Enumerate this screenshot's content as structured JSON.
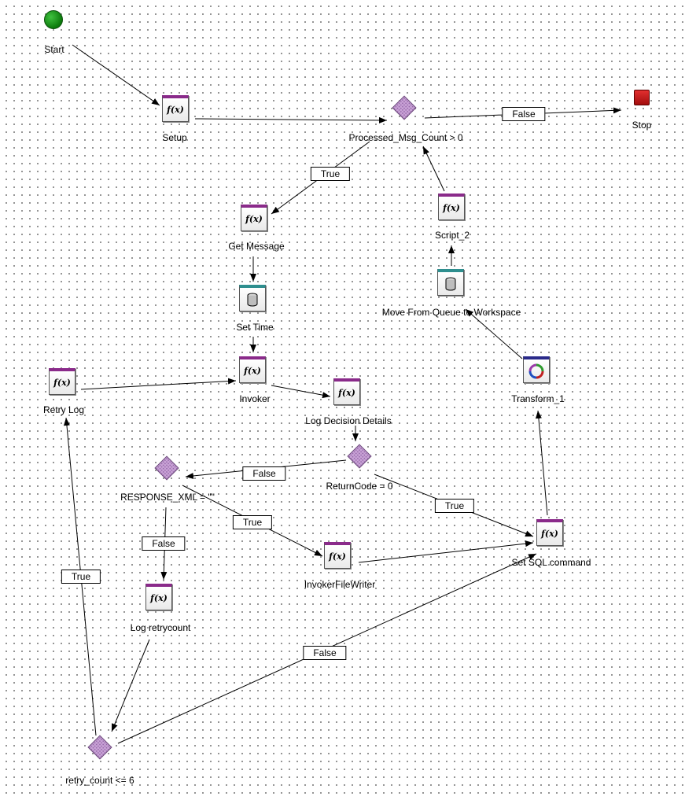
{
  "nodes": {
    "start": {
      "label": "Start"
    },
    "setup": {
      "label": "Setup"
    },
    "processed_msg_count": {
      "label": "Processed_Msg_Count > 0"
    },
    "stop": {
      "label": "Stop"
    },
    "get_message": {
      "label": "Get Message"
    },
    "script_2": {
      "label": "Script_2"
    },
    "move_from_queue": {
      "label": "Move From Queue to Workspace"
    },
    "set_time": {
      "label": "Set Time"
    },
    "retry_log": {
      "label": "Retry Log"
    },
    "invoker": {
      "label": "Invoker"
    },
    "log_decision_details": {
      "label": "Log Decision Details"
    },
    "transform_1": {
      "label": "Transform_1"
    },
    "return_code": {
      "label": "ReturnCode = 0"
    },
    "response_xml": {
      "label": "RESPONSE_XML = \"\""
    },
    "set_sql_command": {
      "label": "Set SQL command"
    },
    "invoker_file_writer": {
      "label": "InvokerFileWriter"
    },
    "log_retrycount": {
      "label": "Log retrycount"
    },
    "retry_count": {
      "label": "retry_count <= 6"
    }
  },
  "edge_labels": {
    "false_to_stop": "False",
    "true_to_get_message": "True",
    "false_to_response_xml": "False",
    "true_to_set_sql": "True",
    "true_to_invoker_file_writer": "True",
    "false_to_log_retrycount": "False",
    "true_to_retry_log": "True",
    "false_to_set_sql": "False"
  },
  "icons": {
    "function": "f(x)",
    "database": "database-icon",
    "transform": "transform-icon",
    "decision": "decision-diamond"
  },
  "colors": {
    "function_header": "#8a2a8a",
    "database_header": "#2f8f8f",
    "decision_fill": "#c9a3d6",
    "start_fill": "#1a9a1a",
    "stop_fill": "#c81818"
  }
}
